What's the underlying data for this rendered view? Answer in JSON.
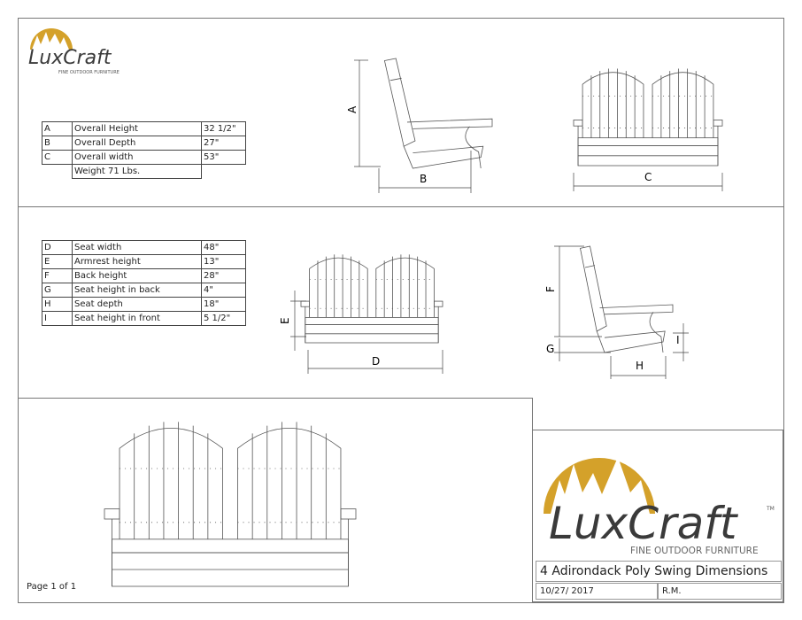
{
  "brand": {
    "name": "LuxCraft",
    "trademark": "TM",
    "tagline": "FINE OUTDOOR FURNITURE",
    "gold": "#d4a12a",
    "dark": "#3a3a3a"
  },
  "overall_table": [
    {
      "letter": "A",
      "name": "Overall Height",
      "value": "32 1/2\""
    },
    {
      "letter": "B",
      "name": "Overall Depth",
      "value": "27\""
    },
    {
      "letter": "C",
      "name": "Overall width",
      "value": "53\""
    }
  ],
  "weight": "Weight 71 Lbs.",
  "detail_table": [
    {
      "letter": "D",
      "name": "Seat width",
      "value": "48\""
    },
    {
      "letter": "E",
      "name": "Armrest height",
      "value": "13\""
    },
    {
      "letter": "F",
      "name": "Back height",
      "value": "28\""
    },
    {
      "letter": "G",
      "name": "Seat height in back",
      "value": "4\""
    },
    {
      "letter": "H",
      "name": "Seat depth",
      "value": "18\""
    },
    {
      "letter": "I",
      "name": "Seat height in front",
      "value": "5 1/2\""
    }
  ],
  "dims": {
    "A": "A",
    "B": "B",
    "C": "C",
    "D": "D",
    "E": "E",
    "F": "F",
    "G": "G",
    "H": "H",
    "I": "I"
  },
  "title_block": {
    "title": "4 Adirondack Poly Swing Dimensions",
    "date": "10/27/ 2017",
    "author": "R.M."
  },
  "page_label": "Page 1 of 1"
}
